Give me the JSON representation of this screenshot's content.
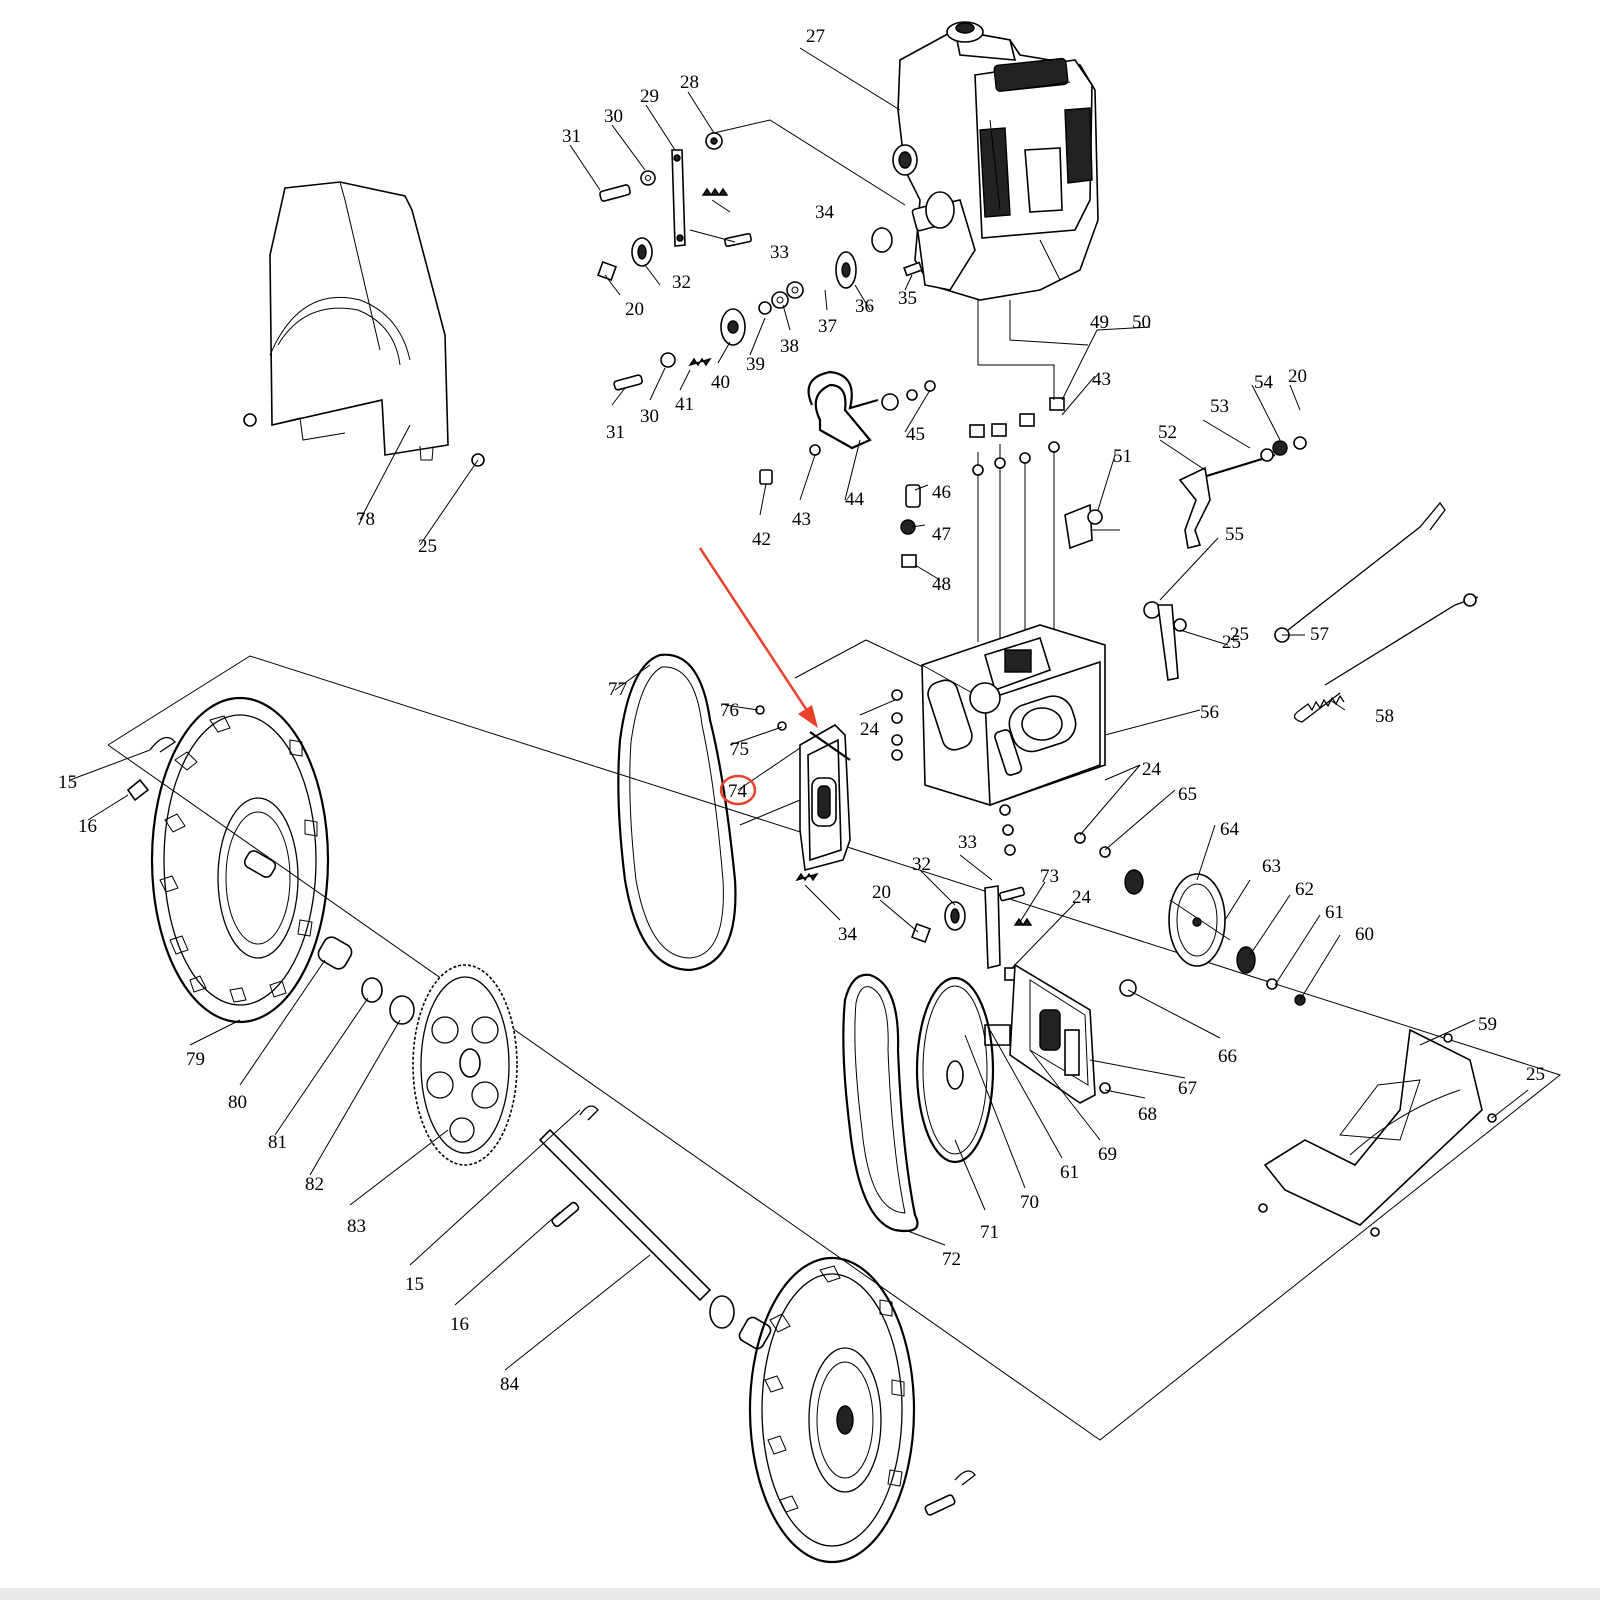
{
  "colors": {
    "line": "#000000",
    "highlight": "#e8412c",
    "background": "#ffffff"
  },
  "highlighted_part": "74",
  "callouts": [
    {
      "id": "c27",
      "text": "27"
    },
    {
      "id": "c28",
      "text": "28"
    },
    {
      "id": "c29",
      "text": "29"
    },
    {
      "id": "c30a",
      "text": "30"
    },
    {
      "id": "c31a",
      "text": "31"
    },
    {
      "id": "c34a",
      "text": "34"
    },
    {
      "id": "c33a",
      "text": "33"
    },
    {
      "id": "c32a",
      "text": "32"
    },
    {
      "id": "c20a",
      "text": "20"
    },
    {
      "id": "c36",
      "text": "36"
    },
    {
      "id": "c35",
      "text": "35"
    },
    {
      "id": "c37",
      "text": "37"
    },
    {
      "id": "c38",
      "text": "38"
    },
    {
      "id": "c39",
      "text": "39"
    },
    {
      "id": "c40",
      "text": "40"
    },
    {
      "id": "c41",
      "text": "41"
    },
    {
      "id": "c30b",
      "text": "30"
    },
    {
      "id": "c31b",
      "text": "31"
    },
    {
      "id": "c49",
      "text": "49"
    },
    {
      "id": "c50",
      "text": "50"
    },
    {
      "id": "c43a",
      "text": "43"
    },
    {
      "id": "c45",
      "text": "45"
    },
    {
      "id": "c44",
      "text": "44"
    },
    {
      "id": "c43b",
      "text": "43"
    },
    {
      "id": "c42",
      "text": "42"
    },
    {
      "id": "c46",
      "text": "46"
    },
    {
      "id": "c47",
      "text": "47"
    },
    {
      "id": "c48",
      "text": "48"
    },
    {
      "id": "c51",
      "text": "51"
    },
    {
      "id": "c52",
      "text": "52"
    },
    {
      "id": "c53",
      "text": "53"
    },
    {
      "id": "c54",
      "text": "54"
    },
    {
      "id": "c20b",
      "text": "20"
    },
    {
      "id": "c55",
      "text": "55"
    },
    {
      "id": "c57",
      "text": "57"
    },
    {
      "id": "c58",
      "text": "58"
    },
    {
      "id": "c25a",
      "text": "25"
    },
    {
      "id": "c78",
      "text": "78"
    },
    {
      "id": "c25b",
      "text": "25"
    },
    {
      "id": "c77",
      "text": "77"
    },
    {
      "id": "c76",
      "text": "76"
    },
    {
      "id": "c75",
      "text": "75"
    },
    {
      "id": "c74",
      "text": "74"
    },
    {
      "id": "c24a",
      "text": "24"
    },
    {
      "id": "c56",
      "text": "56"
    },
    {
      "id": "c25c",
      "text": "25"
    },
    {
      "id": "c24b",
      "text": "24"
    },
    {
      "id": "c65",
      "text": "65"
    },
    {
      "id": "c64",
      "text": "64"
    },
    {
      "id": "c63",
      "text": "63"
    },
    {
      "id": "c62",
      "text": "62"
    },
    {
      "id": "c61a",
      "text": "61"
    },
    {
      "id": "c60",
      "text": "60"
    },
    {
      "id": "c33b",
      "text": "33"
    },
    {
      "id": "c32b",
      "text": "32"
    },
    {
      "id": "c73",
      "text": "73"
    },
    {
      "id": "c20c",
      "text": "20"
    },
    {
      "id": "c24c",
      "text": "24"
    },
    {
      "id": "c34b",
      "text": "34"
    },
    {
      "id": "c15a",
      "text": "15"
    },
    {
      "id": "c16a",
      "text": "16"
    },
    {
      "id": "c79",
      "text": "79"
    },
    {
      "id": "c80",
      "text": "80"
    },
    {
      "id": "c81",
      "text": "81"
    },
    {
      "id": "c82",
      "text": "82"
    },
    {
      "id": "c83",
      "text": "83"
    },
    {
      "id": "c66",
      "text": "66"
    },
    {
      "id": "c67",
      "text": "67"
    },
    {
      "id": "c68",
      "text": "68"
    },
    {
      "id": "c69",
      "text": "69"
    },
    {
      "id": "c61b",
      "text": "61"
    },
    {
      "id": "c70",
      "text": "70"
    },
    {
      "id": "c71",
      "text": "71"
    },
    {
      "id": "c72",
      "text": "72"
    },
    {
      "id": "c59",
      "text": "59"
    },
    {
      "id": "c25d",
      "text": "25"
    },
    {
      "id": "c15b",
      "text": "15"
    },
    {
      "id": "c16b",
      "text": "16"
    },
    {
      "id": "c84",
      "text": "84"
    }
  ]
}
